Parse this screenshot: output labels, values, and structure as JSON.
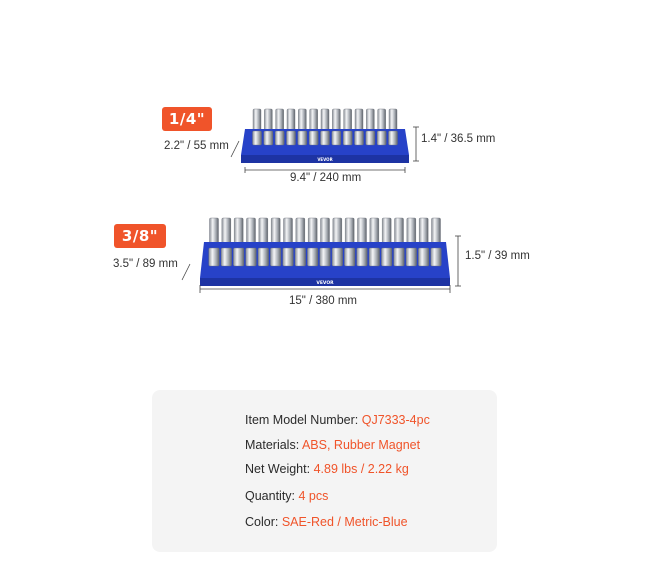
{
  "small_tray": {
    "badge": "1/4\"",
    "depth": "2.2\" / 55 mm",
    "height": "1.4\" / 36.5 mm",
    "width": "9.4\" / 240 mm",
    "brand": "VEVOR"
  },
  "large_tray": {
    "badge": "3/8\"",
    "depth": "3.5\" / 89 mm",
    "height": "1.5\" / 39 mm",
    "width": "15\" / 380 mm",
    "brand": "VEVOR"
  },
  "specs": [
    {
      "label": "Item Model Number: ",
      "value": "QJ7333-4pc"
    },
    {
      "label": "Materials: ",
      "value": "ABS, Rubber Magnet"
    },
    {
      "label": "Net Weight: ",
      "value": "4.89 lbs / 2.22 kg"
    },
    {
      "label": "Quantity: ",
      "value": "4 pcs"
    },
    {
      "label": "Color: ",
      "value": "SAE-Red / Metric-Blue"
    }
  ],
  "colors": {
    "accent": "#f0542a",
    "tray_blue": "#2742c8",
    "chrome": "#c9ccd1"
  }
}
